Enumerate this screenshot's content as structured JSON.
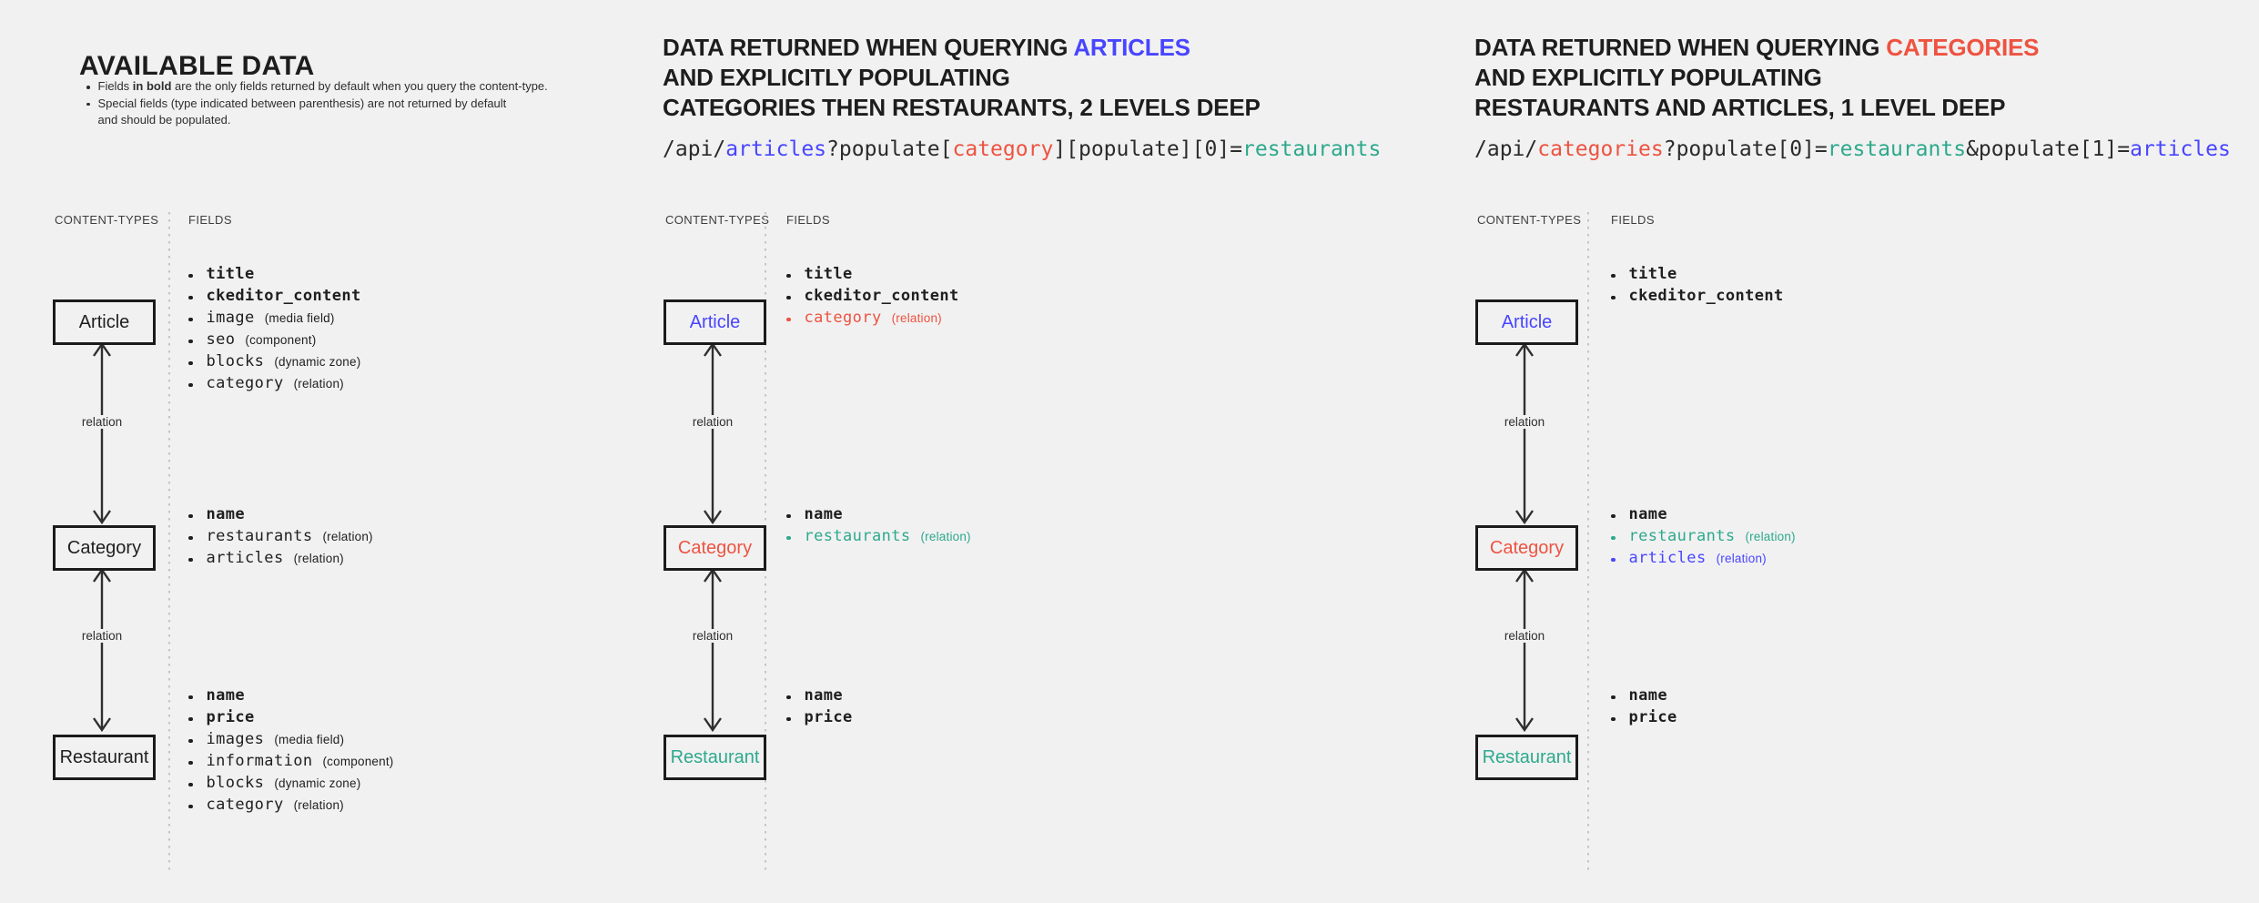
{
  "palette": {
    "background": "#f1f1f2",
    "ink": "#1f1f1f",
    "blue": "#4845ff",
    "red": "#ee5340",
    "teal": "#2da98c"
  },
  "panels": [
    {
      "heading": "AVAILABLE DATA",
      "notes": [
        {
          "pre": "Fields ",
          "bold": "in bold",
          "post": " are the only fields returned by default when you query the content-type."
        },
        {
          "pre": "Special fields (type indicated between parenthesis) are not returned by default\nand should be populated.",
          "bold": "",
          "post": ""
        }
      ],
      "labels": {
        "content_types": "CONTENT-TYPES",
        "fields": "FIELDS",
        "relation": "relation"
      },
      "nodes": [
        {
          "name": "Article",
          "color": "#1f1f1f",
          "fields": [
            {
              "name": "title",
              "type": "",
              "color": "#1f1f1f",
              "weight": "700"
            },
            {
              "name": "ckeditor_content",
              "type": "",
              "color": "#1f1f1f",
              "weight": "700"
            },
            {
              "name": "image",
              "type": "(media field)",
              "color": "#1f1f1f",
              "weight": "400"
            },
            {
              "name": "seo",
              "type": "(component)",
              "color": "#1f1f1f",
              "weight": "400"
            },
            {
              "name": "blocks",
              "type": "(dynamic zone)",
              "color": "#1f1f1f",
              "weight": "400"
            },
            {
              "name": "category",
              "type": "(relation)",
              "color": "#1f1f1f",
              "weight": "400"
            }
          ]
        },
        {
          "name": "Category",
          "color": "#1f1f1f",
          "fields": [
            {
              "name": "name",
              "type": "",
              "color": "#1f1f1f",
              "weight": "700"
            },
            {
              "name": "restaurants",
              "type": "(relation)",
              "color": "#1f1f1f",
              "weight": "400"
            },
            {
              "name": "articles",
              "type": "(relation)",
              "color": "#1f1f1f",
              "weight": "400"
            }
          ]
        },
        {
          "name": "Restaurant",
          "color": "#1f1f1f",
          "fields": [
            {
              "name": "name",
              "type": "",
              "color": "#1f1f1f",
              "weight": "700"
            },
            {
              "name": "price",
              "type": "",
              "color": "#1f1f1f",
              "weight": "700"
            },
            {
              "name": "images",
              "type": "(media field)",
              "color": "#1f1f1f",
              "weight": "400"
            },
            {
              "name": "information",
              "type": "(component)",
              "color": "#1f1f1f",
              "weight": "400"
            },
            {
              "name": "blocks",
              "type": "(dynamic zone)",
              "color": "#1f1f1f",
              "weight": "400"
            },
            {
              "name": "category",
              "type": "(relation)",
              "color": "#1f1f1f",
              "weight": "400"
            }
          ]
        }
      ]
    },
    {
      "title_lines": [
        {
          "segs": [
            {
              "text": "DATA RETURNED WHEN QUERYING ",
              "color": "#1d1d1d"
            },
            {
              "text": "ARTICLES",
              "color": "#4845ff"
            }
          ]
        },
        {
          "segs": [
            {
              "text": "AND EXPLICITLY POPULATING",
              "color": "#1d1d1d"
            }
          ]
        },
        {
          "segs": [
            {
              "text": "CATEGORIES THEN RESTAURANTS, 2 LEVELS DEEP",
              "color": "#1d1d1d"
            }
          ]
        }
      ],
      "api": [
        {
          "text": "/api/",
          "color": "#2b2b2b"
        },
        {
          "text": "articles",
          "color": "#4845ff"
        },
        {
          "text": "?populate[",
          "color": "#2b2b2b"
        },
        {
          "text": "category",
          "color": "#ee5340"
        },
        {
          "text": "][populate][0]=",
          "color": "#2b2b2b"
        },
        {
          "text": "restaurants",
          "color": "#2da98c"
        }
      ],
      "labels": {
        "content_types": "CONTENT-TYPES",
        "fields": "FIELDS",
        "relation": "relation"
      },
      "nodes": [
        {
          "name": "Article",
          "color": "#4845ff",
          "fields": [
            {
              "name": "title",
              "type": "",
              "color": "#1f1f1f",
              "weight": "700"
            },
            {
              "name": "ckeditor_content",
              "type": "",
              "color": "#1f1f1f",
              "weight": "700"
            },
            {
              "name": "category",
              "type": "(relation)",
              "color": "#ee5340",
              "weight": "400"
            }
          ]
        },
        {
          "name": "Category",
          "color": "#ee5340",
          "fields": [
            {
              "name": "name",
              "type": "",
              "color": "#1f1f1f",
              "weight": "700"
            },
            {
              "name": "restaurants",
              "type": "(relation)",
              "color": "#2da98c",
              "weight": "400"
            }
          ]
        },
        {
          "name": "Restaurant",
          "color": "#2da98c",
          "fields": [
            {
              "name": "name",
              "type": "",
              "color": "#1f1f1f",
              "weight": "700"
            },
            {
              "name": "price",
              "type": "",
              "color": "#1f1f1f",
              "weight": "700"
            }
          ]
        }
      ]
    },
    {
      "title_lines": [
        {
          "segs": [
            {
              "text": "DATA RETURNED WHEN QUERYING ",
              "color": "#1d1d1d"
            },
            {
              "text": "CATEGORIES",
              "color": "#ee5340"
            }
          ]
        },
        {
          "segs": [
            {
              "text": "AND EXPLICITLY POPULATING",
              "color": "#1d1d1d"
            }
          ]
        },
        {
          "segs": [
            {
              "text": "RESTAURANTS AND ARTICLES, 1 LEVEL DEEP",
              "color": "#1d1d1d"
            }
          ]
        }
      ],
      "api": [
        {
          "text": "/api/",
          "color": "#2b2b2b"
        },
        {
          "text": "categories",
          "color": "#ee5340"
        },
        {
          "text": "?populate[0]=",
          "color": "#2b2b2b"
        },
        {
          "text": "restaurants",
          "color": "#2da98c"
        },
        {
          "text": "&populate[1]=",
          "color": "#2b2b2b"
        },
        {
          "text": "articles",
          "color": "#4845ff"
        }
      ],
      "labels": {
        "content_types": "CONTENT-TYPES",
        "fields": "FIELDS",
        "relation": "relation"
      },
      "nodes": [
        {
          "name": "Article",
          "color": "#4845ff",
          "fields": [
            {
              "name": "title",
              "type": "",
              "color": "#1f1f1f",
              "weight": "700"
            },
            {
              "name": "ckeditor_content",
              "type": "",
              "color": "#1f1f1f",
              "weight": "700"
            }
          ]
        },
        {
          "name": "Category",
          "color": "#ee5340",
          "fields": [
            {
              "name": "name",
              "type": "",
              "color": "#1f1f1f",
              "weight": "700"
            },
            {
              "name": "restaurants",
              "type": "(relation)",
              "color": "#2da98c",
              "weight": "400"
            },
            {
              "name": "articles",
              "type": "(relation)",
              "color": "#4845ff",
              "weight": "400"
            }
          ]
        },
        {
          "name": "Restaurant",
          "color": "#2da98c",
          "fields": [
            {
              "name": "name",
              "type": "",
              "color": "#1f1f1f",
              "weight": "700"
            },
            {
              "name": "price",
              "type": "",
              "color": "#1f1f1f",
              "weight": "700"
            }
          ]
        }
      ]
    }
  ]
}
